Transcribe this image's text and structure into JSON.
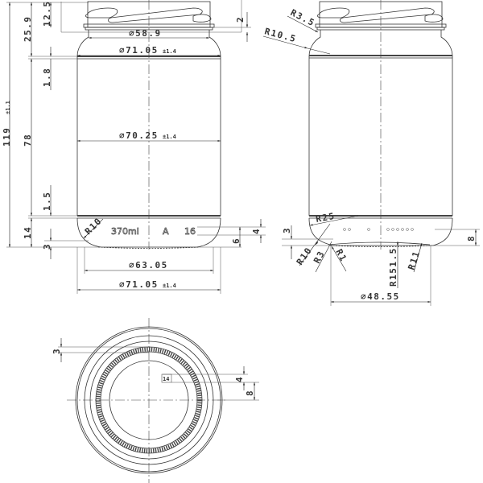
{
  "drawing": {
    "subject": "Glass jar technical drawing",
    "views": [
      "front-view",
      "side-view",
      "bottom-view"
    ]
  },
  "front_view": {
    "dims_vertical": {
      "total_height": "119",
      "total_height_tol": "±1.1",
      "finish_height": "25.9",
      "thread_height": "12.5",
      "body_height": "78",
      "upper_band": "1.8",
      "lower_band": "1.5",
      "heel_height": "14",
      "base_offset": "3",
      "ring_top_gap": "2"
    },
    "dims_horizontal": {
      "neck_dia": "∅58.9",
      "shoulder_dia": "∅71.05",
      "shoulder_dia_tol": "±1.4",
      "body_dia": "∅70.25",
      "body_dia_tol": "±1.4",
      "base_dia": "∅63.05",
      "bottom_dia": "∅71.05",
      "bottom_dia_tol": "±1.4"
    },
    "heel_radius": "R10",
    "embossing": {
      "capacity": "370ml",
      "mark": "A",
      "code": "16"
    },
    "right_dims": {
      "emboss_height": "4",
      "emboss_offset": "6"
    }
  },
  "side_view": {
    "radii": {
      "neck": "R3.5",
      "shoulder": "R10.5",
      "heel_upper": "R25",
      "heel": "R10",
      "base_inner": "R3",
      "base_edge": "R1",
      "punt": "R151.5",
      "base_outer": "R11"
    },
    "dims": {
      "base_offset": "3",
      "heel_height": "8",
      "contact_dia": "∅48.55"
    }
  },
  "bottom_view": {
    "dims": {
      "ring_width": "3",
      "code_height": "4",
      "code_offset": "8"
    },
    "code_label": "14"
  }
}
